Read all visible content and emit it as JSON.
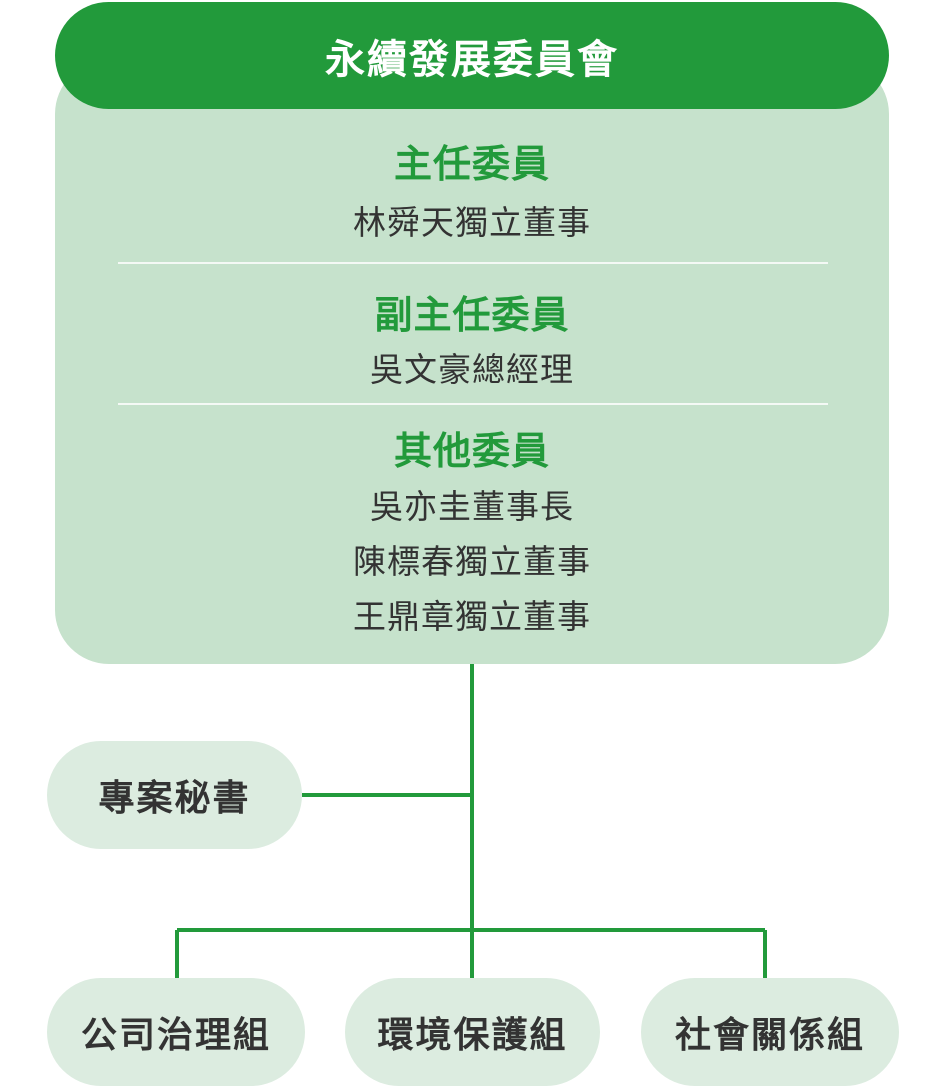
{
  "committee": {
    "title": "永續發展委員會",
    "chair_title": "主任委員",
    "chair_name": "林舜天獨立董事",
    "vice_chair_title": "副主任委員",
    "vice_chair_name": "吳文豪總經理",
    "members_title": "其他委員",
    "members": [
      "吳亦圭董事長",
      "陳標春獨立董事",
      "王鼎章獨立董事"
    ]
  },
  "secretary": {
    "label": "專案秘書"
  },
  "groups": [
    {
      "label": "公司治理組"
    },
    {
      "label": "環境保護組"
    },
    {
      "label": "社會關係組"
    }
  ],
  "colors": {
    "accent_green": "#229a3b",
    "panel_green": "#c6e2cc",
    "node_green": "#dcece0",
    "text_dark": "#333333"
  }
}
